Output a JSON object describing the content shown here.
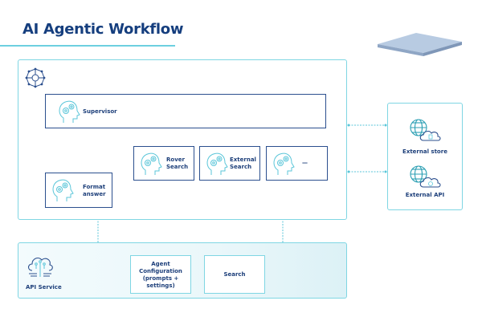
{
  "title": "AI Agentic Workflow",
  "colors": {
    "accent_cyan": "#7fd6e3",
    "navy": "#2b4f8e",
    "title_navy": "#153e7e",
    "slab": "#b3c8e0"
  },
  "workflow": {
    "icon": "network-hub-icon",
    "agents": {
      "supervisor": {
        "label": "Supervisor",
        "icon": "brain-gears-head-icon"
      },
      "format_answer": {
        "label_line1": "Format",
        "label_line2": "answer",
        "icon": "brain-gears-head-icon"
      },
      "rover_search": {
        "label_line1": "Rover",
        "label_line2": "Search",
        "icon": "brain-gears-head-icon"
      },
      "external_search": {
        "label_line1": "External",
        "label_line2": "Search",
        "icon": "brain-gears-head-icon"
      },
      "more": {
        "label": "—",
        "icon": "brain-gears-head-icon"
      }
    }
  },
  "external": {
    "store": {
      "label": "External store",
      "icon": "globe-cloud-database-icon"
    },
    "api": {
      "label": "External API",
      "icon": "globe-cloud-gear-icon"
    }
  },
  "api_service": {
    "label": "API Service",
    "icon": "cloud-circuit-icon",
    "agent_configuration": {
      "line1": "Agent",
      "line2": "Configuration",
      "line3": "(prompts +",
      "line4": "settings)"
    },
    "search": {
      "label": "Search"
    }
  }
}
